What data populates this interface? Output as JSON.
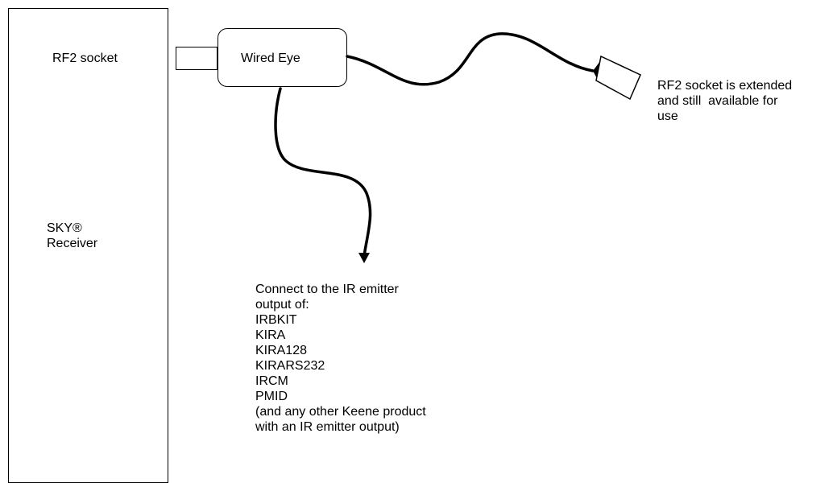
{
  "receiver": {
    "socket_label": "RF2 socket",
    "name_line1": "SKY®",
    "name_line2": "Receiver"
  },
  "wired_eye": {
    "label": "Wired Eye"
  },
  "extension_note": {
    "line1": "RF2 socket is extended",
    "line2": "and still  available for",
    "line3": "use"
  },
  "connect_note": {
    "lines": [
      "Connect to the IR emitter",
      "output of:",
      "IRBKIT",
      "KIRA",
      "KIRA128",
      "KIRARS232",
      "IRCM",
      "PMID",
      "(and any other Keene product",
      "with an IR emitter output)"
    ]
  }
}
